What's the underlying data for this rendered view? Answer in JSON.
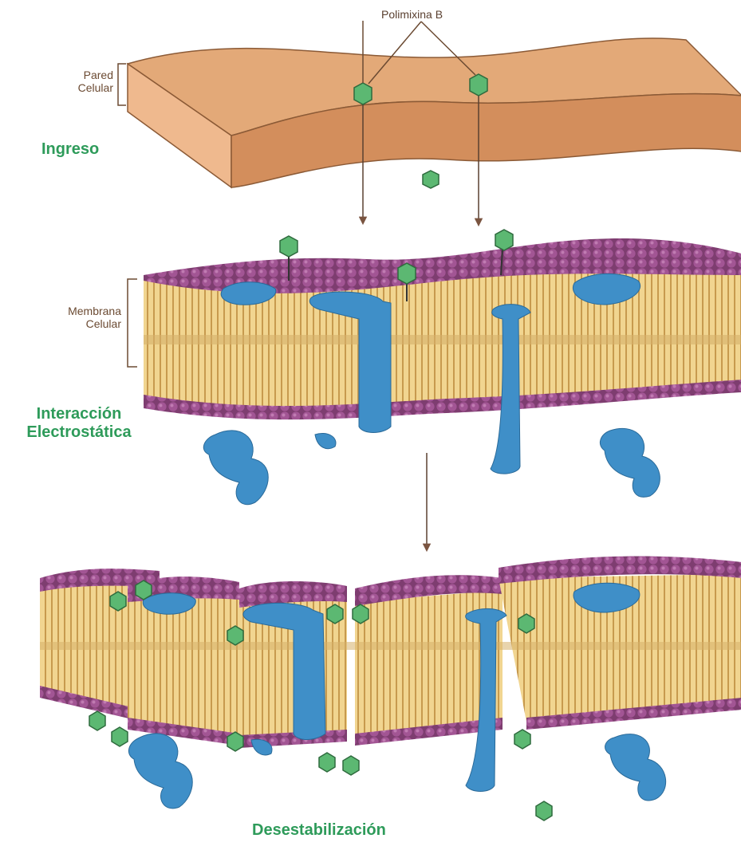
{
  "labels": {
    "polymyxin": "Polimixina B",
    "wall_line1": "Pared",
    "wall_line2": "Celular",
    "membrane_line1": "Membrana",
    "membrane_line2": "Celular",
    "stage1": "Ingreso",
    "stage2_line1": "Interacción",
    "stage2_line2": "Electrostática",
    "stage3": "Desestabilización"
  },
  "colors": {
    "cell_wall": "#d99a6c",
    "lipid_heads": "#9b4d89",
    "lipid_tails": "#e8c77a",
    "proteins": "#3f8fc8",
    "polymyxin": "#5cb872",
    "labels_green": "#2e9b5a",
    "arrows": "#7a5440"
  }
}
